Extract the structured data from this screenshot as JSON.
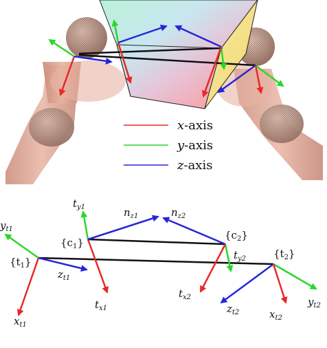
{
  "colors": {
    "x_axis": "#e8282a",
    "y_axis": "#2bd62b",
    "z_axis": "#2626d8",
    "link": "#111111",
    "limb": "#d9a08e",
    "limb_shade": "#b87563"
  },
  "legend": {
    "x_var": "x",
    "y_var": "y",
    "z_var": "z",
    "suffix": "-axis"
  },
  "labels": {
    "frame_t1": "{t",
    "frame_t1_sub": "1",
    "frame_c1": "{c",
    "frame_c1_sub": "1",
    "frame_c2": "{c",
    "frame_c2_sub": "2",
    "frame_t2": "{t",
    "frame_t2_sub": "2",
    "close_brace": "}",
    "t_var": "t",
    "n_var": "n",
    "y_var": "y",
    "x_var": "x",
    "z_var": "z",
    "sub_y1": "y1",
    "sub_z1": "z1",
    "sub_z2": "z2",
    "sub_x1": "x1",
    "sub_t1": "t1",
    "sub_t2": "t2",
    "sub_y2": "y2",
    "sub_x2": "x2"
  }
}
